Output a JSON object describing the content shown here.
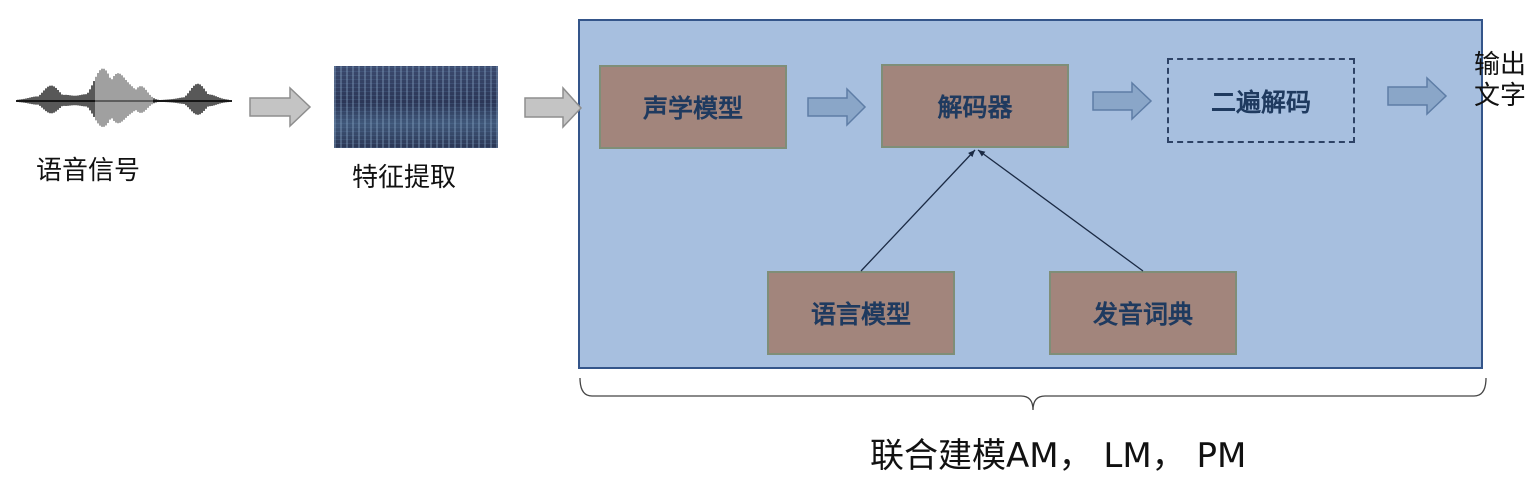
{
  "left": {
    "signal_label": "语音信号",
    "feature_label": "特征提取"
  },
  "panel": {
    "acoustic_model": "声学模型",
    "decoder": "解码器",
    "second_pass": "二遍解码",
    "language_model": "语言模型",
    "lexicon": "发音词典"
  },
  "output": {
    "line1": "输出",
    "line2": "文字"
  },
  "caption": "联合建模AM，  LM，  PM",
  "colors": {
    "panel_fill": "#a7bfdf",
    "panel_border": "#34558a",
    "box_fill": "#a2857c",
    "box_text": "#1f3a5f",
    "arrow_gray": "#c0c0c0",
    "arrow_blue": "#7f9cc0"
  }
}
